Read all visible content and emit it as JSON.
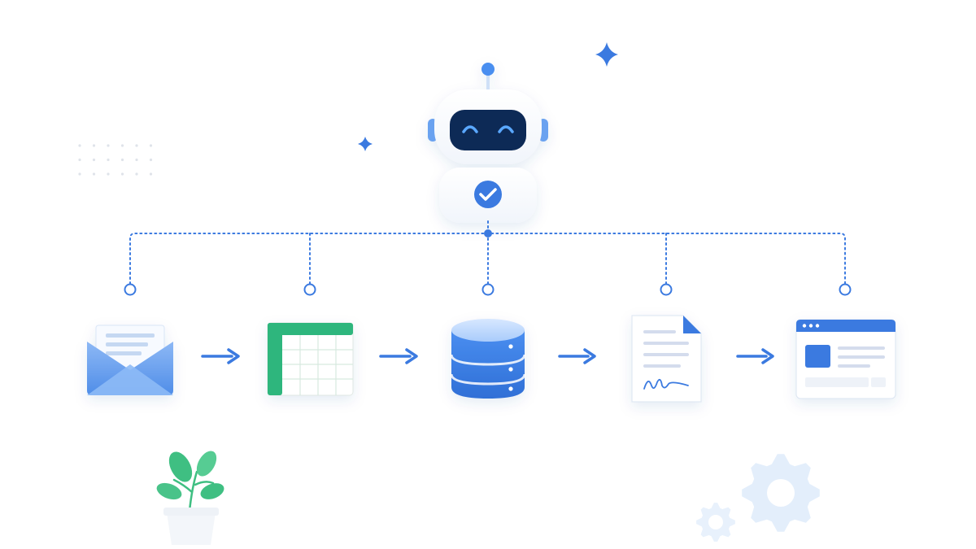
{
  "diagram": {
    "icons": {
      "robot": "robot-icon",
      "check": "check-badge-icon",
      "sparkle_large": "sparkle-icon",
      "sparkle_small": "sparkle-icon",
      "email": "email-envelope-icon",
      "spreadsheet": "spreadsheet-icon",
      "database": "database-icon",
      "document": "signed-document-icon",
      "webapp": "web-app-window-icon",
      "arrow": "arrow-right-icon",
      "plant": "potted-plant-icon",
      "gear_large": "gear-icon",
      "gear_small": "gear-icon",
      "dots": "dot-grid-decoration"
    },
    "flow": [
      "email",
      "spreadsheet",
      "database",
      "document",
      "webapp"
    ],
    "colors": {
      "primary": "#3b7ae0",
      "primary_light": "#6aa2f0",
      "robot_visor": "#0f2a56",
      "robot_eyes": "#5aa8ff",
      "sheet_green": "#2eb67d",
      "plant_green": "#3fbf82",
      "connector": "#3b7ae0",
      "gear": "#e3eefb",
      "background": "#ffffff"
    }
  }
}
